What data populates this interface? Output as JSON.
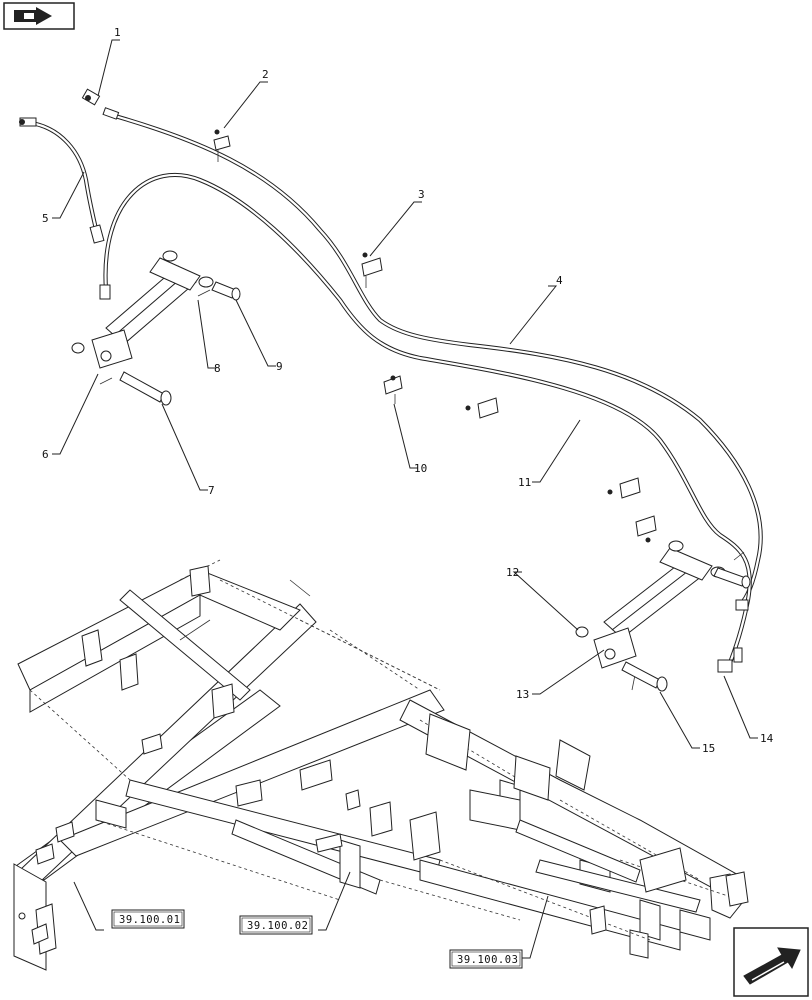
{
  "callouts": [
    "1",
    "2",
    "3",
    "4",
    "5",
    "6",
    "7",
    "8",
    "9",
    "10",
    "11",
    "12",
    "13",
    "14",
    "15"
  ],
  "section_refs": [
    "39.100.01",
    "39.100.02",
    "39.100.03"
  ],
  "icons": {
    "top_left": "book-pointer-icon",
    "bottom_right": "next-page-arrow-icon"
  }
}
